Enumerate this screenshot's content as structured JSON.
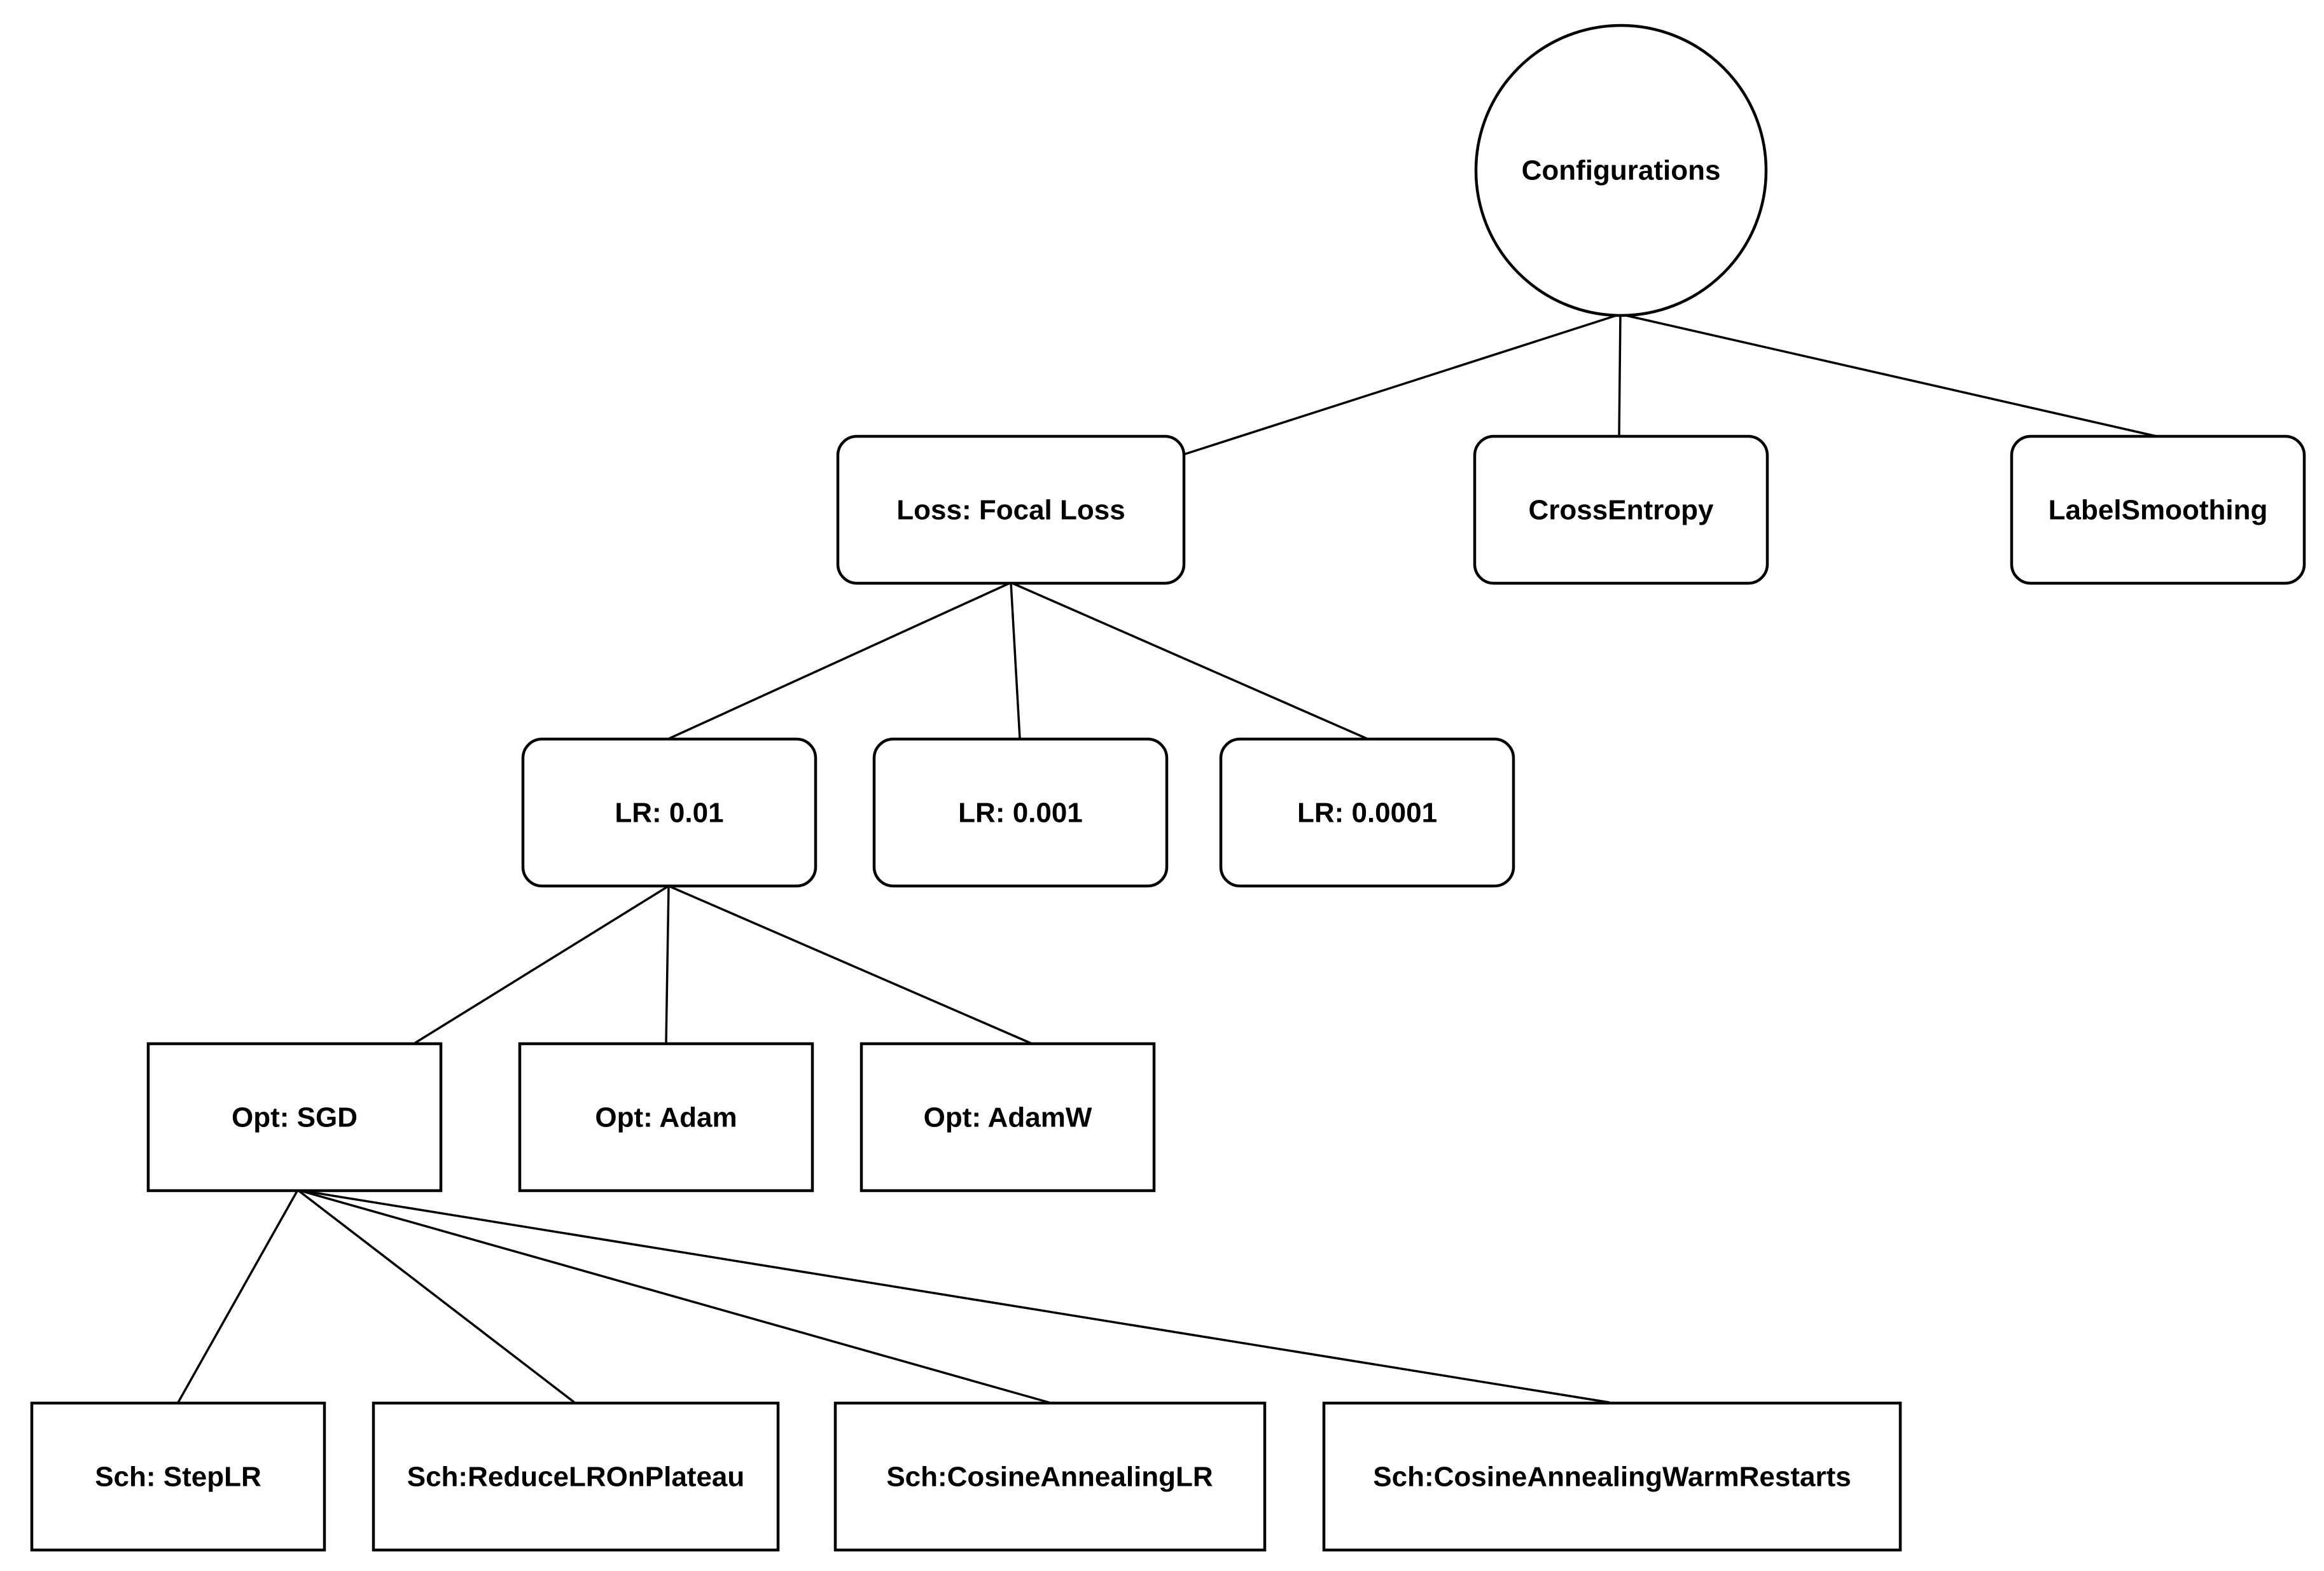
{
  "diagram": {
    "root": {
      "label": "Configurations"
    },
    "loss": {
      "focal": "Loss: Focal Loss",
      "cross_entropy": "CrossEntropy",
      "label_smoothing": "LabelSmoothing"
    },
    "learning_rate": {
      "lr_1": "LR: 0.01",
      "lr_2": "LR: 0.001",
      "lr_3": "LR: 0.0001"
    },
    "optimizer": {
      "sgd": "Opt: SGD",
      "adam": "Opt: Adam",
      "adamw": "Opt: AdamW"
    },
    "scheduler": {
      "step": "Sch: StepLR",
      "plateau": "Sch:ReduceLROnPlateau",
      "cosine": "Sch:CosineAnnealingLR",
      "cosine_restarts": "Sch:CosineAnnealingWarmRestarts"
    }
  }
}
